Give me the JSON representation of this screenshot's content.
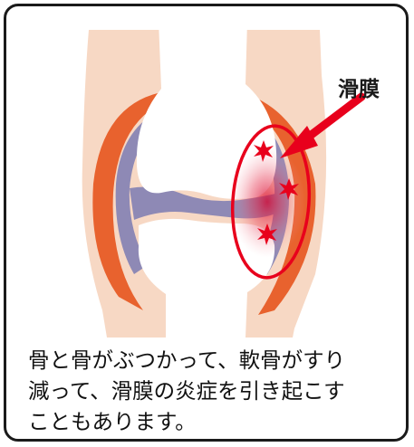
{
  "diagram": {
    "label": "滑膜",
    "caption_lines": [
      "骨と骨がぶつかって、軟骨がすり",
      "減って、滑膜の炎症を引き起こす",
      "こともあります。"
    ]
  },
  "colors": {
    "skin": "#f7d8c4",
    "bone": "#ffffff",
    "synovial_membrane": "#e8622e",
    "cartilage": "#8e89b5",
    "inflammation": "#e8001c",
    "frame": "#1a1a1a"
  }
}
